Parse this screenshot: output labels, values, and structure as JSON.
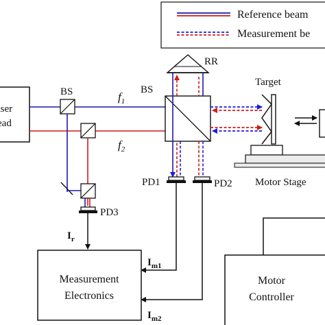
{
  "legend": {
    "reference": "Reference beam",
    "measurement": "Measurement be"
  },
  "labels": {
    "laser_line1": "aser",
    "laser_line2": "ead",
    "bs_left": "BS",
    "bs_right": "BS",
    "rr": "RR",
    "target": "Target",
    "f1": "f",
    "f1_sub": "1",
    "f2": "f",
    "f2_sub": "2",
    "pd1": "PD1",
    "pd2": "PD2",
    "pd3": "PD3",
    "motor_stage": "Motor Stage",
    "ir": "I",
    "ir_sub": "r",
    "im1": "I",
    "im1_sub": "m1",
    "im2": "I",
    "im2_sub": "m2",
    "measurement_line1": "Measurement",
    "measurement_line2": "Electronics",
    "controller_line1": "Motor",
    "controller_line2": "Controller"
  },
  "colors": {
    "reference_beam": "#1a1aa8",
    "measurement_beam_red": "#d11a1a",
    "measurement_beam_blue": "#1a1ae0",
    "line": "#111111",
    "stage_fill": "#ececec"
  }
}
